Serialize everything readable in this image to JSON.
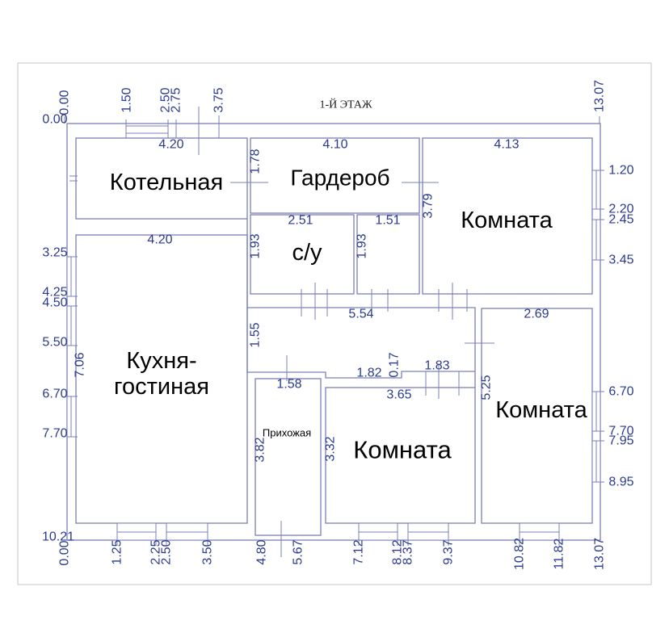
{
  "title": "1-Й ЭТАЖ",
  "colors": {
    "wall": "#7b80b6",
    "dimension_text": "#2b3a8e",
    "label_text": "#000000",
    "frame": "#c6c6cf"
  },
  "ruler_top": [
    "0.00",
    "1.50",
    "2.50",
    "2.75",
    "3.75",
    "13.07"
  ],
  "ruler_left": [
    "0.00",
    "3.25",
    "4.25",
    "4.50",
    "5.50",
    "6.70",
    "7.70",
    "10.21"
  ],
  "ruler_right": [
    "1.20",
    "2.20",
    "2.45",
    "3.45",
    "6.70",
    "7.70",
    "7.95",
    "8.95"
  ],
  "ruler_bottom": [
    "0.00",
    "1.25",
    "2.25",
    "2.50",
    "3.50",
    "4.80",
    "5.67",
    "7.12",
    "8.12",
    "8.37",
    "9.37",
    "10.82",
    "11.82",
    "13.07"
  ],
  "rooms": {
    "boiler_room": {
      "name": "Котельная",
      "width": "4.20"
    },
    "wardrobe": {
      "name": "Гардероб",
      "width": "4.10",
      "height": "1.78"
    },
    "room_north_east": {
      "name": "Комната",
      "width": "4.13",
      "height": "3.79"
    },
    "bathroom": {
      "name": "с/у",
      "width": "2.51",
      "height": "1.93"
    },
    "small_room": {
      "width": "1.51",
      "height": "1.93"
    },
    "kitchen_living": {
      "name_line1": "Кухня-",
      "name_line2": "гостиная",
      "width": "4.20",
      "height": "7.06"
    },
    "corridor": {
      "length": "5.54",
      "height": "1.55",
      "step": "0.17",
      "segment_left": "1.82",
      "segment_right": "1.83"
    },
    "entrance_hall": {
      "name": "Прихожая",
      "width": "1.58",
      "height": "3.82"
    },
    "room_south": {
      "name": "Комната",
      "width": "3.65",
      "height": "3.32"
    },
    "room_east": {
      "name": "Комната",
      "width": "2.69",
      "height": "5.25"
    }
  }
}
